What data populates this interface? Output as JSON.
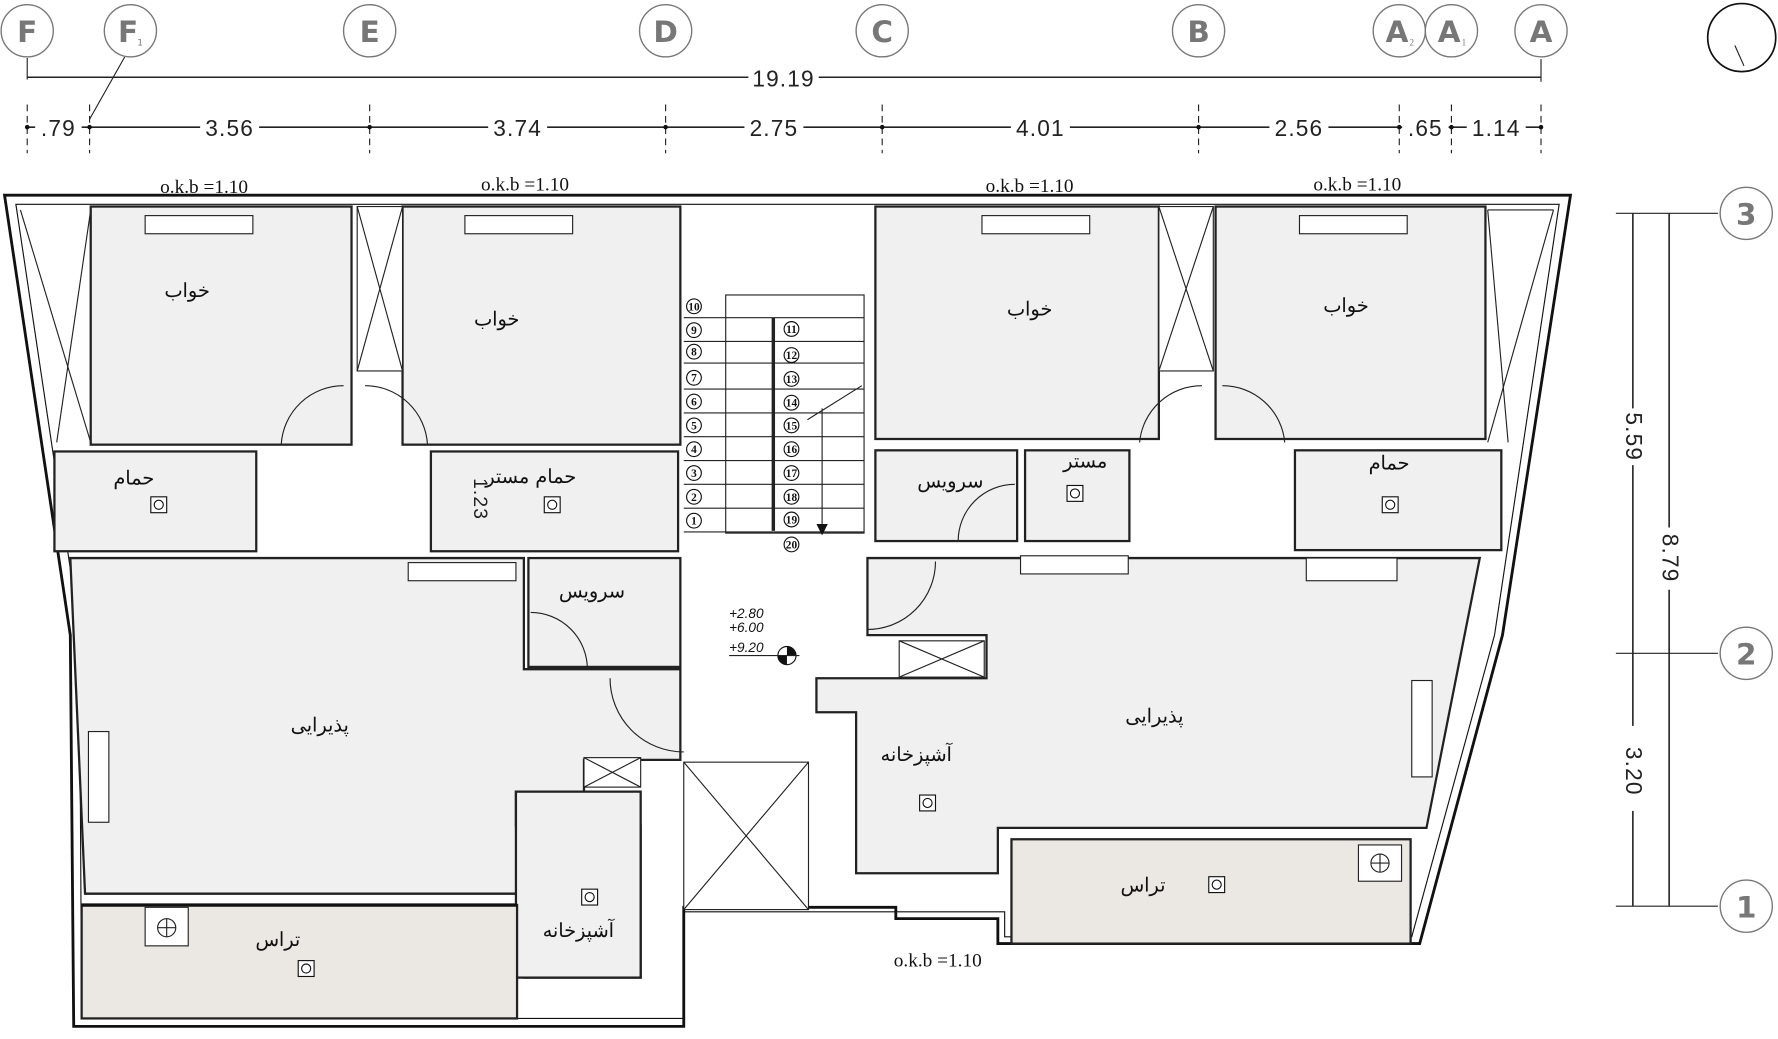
{
  "grid_x": [
    {
      "label": "F",
      "sub": ""
    },
    {
      "label": "F",
      "sub": "1"
    },
    {
      "label": "E",
      "sub": ""
    },
    {
      "label": "D",
      "sub": ""
    },
    {
      "label": "C",
      "sub": ""
    },
    {
      "label": "B",
      "sub": ""
    },
    {
      "label": "A",
      "sub": "2"
    },
    {
      "label": "A",
      "sub": "1"
    },
    {
      "label": "A",
      "sub": ""
    }
  ],
  "grid_y": [
    "3",
    "2",
    "1"
  ],
  "dimensions": {
    "overall": "19.19",
    "segments": [
      ".79",
      "3.56",
      "3.74",
      "2.75",
      "4.01",
      "2.56",
      ".65",
      "1.14"
    ],
    "vertical": [
      "5.59",
      "3.20"
    ],
    "vertical_overall": "8.79",
    "bath_width": "1.23"
  },
  "window_sill": "o.k.b =1.10",
  "levels": [
    "+2.80",
    "+6.00",
    "+9.20"
  ],
  "stairs": [
    "1",
    "2",
    "3",
    "4",
    "5",
    "6",
    "7",
    "8",
    "9",
    "10",
    "11",
    "12",
    "13",
    "14",
    "15",
    "16",
    "17",
    "18",
    "19",
    "20"
  ],
  "rooms": {
    "bedroom": "خواب",
    "bath": "حمام",
    "master_bath": "حمام مستر",
    "master": "مستر",
    "wc": "سرویس",
    "living": "پذیرایی",
    "kitchen": "آشپزخانه",
    "terrace": "تراس"
  },
  "colors": {
    "room_fill": "#f0f0f0",
    "terrace_fill": "#ebe7e3",
    "grid_bubble": "#777777"
  }
}
